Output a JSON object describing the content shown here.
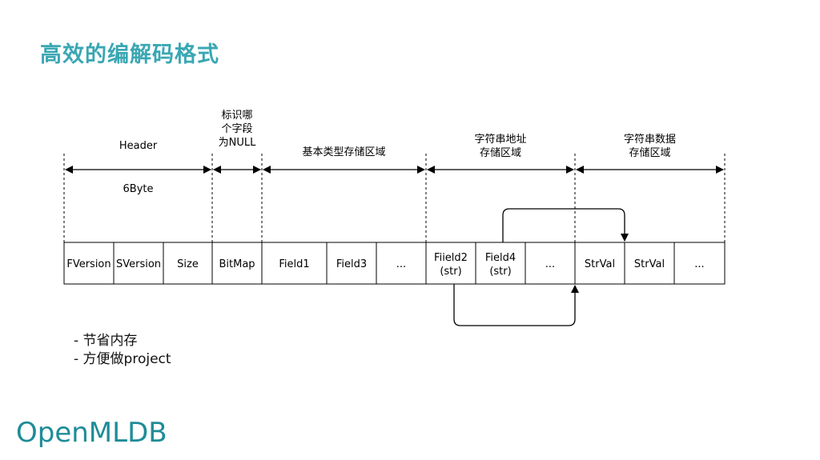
{
  "slide": {
    "title": "高效的编解码格式",
    "bullets": [
      "- 节省内存",
      "- 方便做project"
    ],
    "logo_text": "OpenMLDB",
    "accent_color": "#3aa7b3",
    "logo_color": "#1e8c97"
  },
  "diagram": {
    "regions": [
      {
        "id": "header",
        "lines": [
          "Header"
        ],
        "sub": "6Byte"
      },
      {
        "id": "bitmap",
        "lines": [
          "标识哪",
          "个字段",
          "为NULL"
        ]
      },
      {
        "id": "basic",
        "lines": [
          "基本类型存储区域"
        ]
      },
      {
        "id": "straddr",
        "lines": [
          "字符串地址",
          "存储区域"
        ]
      },
      {
        "id": "strdata",
        "lines": [
          "字符串数据",
          "存储区域"
        ]
      }
    ],
    "cells": [
      {
        "lines": [
          "FVersion"
        ]
      },
      {
        "lines": [
          "SVersion"
        ]
      },
      {
        "lines": [
          "Size"
        ]
      },
      {
        "lines": [
          "BitMap"
        ]
      },
      {
        "lines": [
          "Field1"
        ]
      },
      {
        "lines": [
          "Field3"
        ]
      },
      {
        "lines": [
          "..."
        ]
      },
      {
        "lines": [
          "Fiield2",
          "(str)"
        ]
      },
      {
        "lines": [
          "Field4",
          "(str)"
        ]
      },
      {
        "lines": [
          "..."
        ]
      },
      {
        "lines": [
          "StrVal"
        ]
      },
      {
        "lines": [
          "StrVal"
        ]
      },
      {
        "lines": [
          "..."
        ]
      }
    ]
  }
}
